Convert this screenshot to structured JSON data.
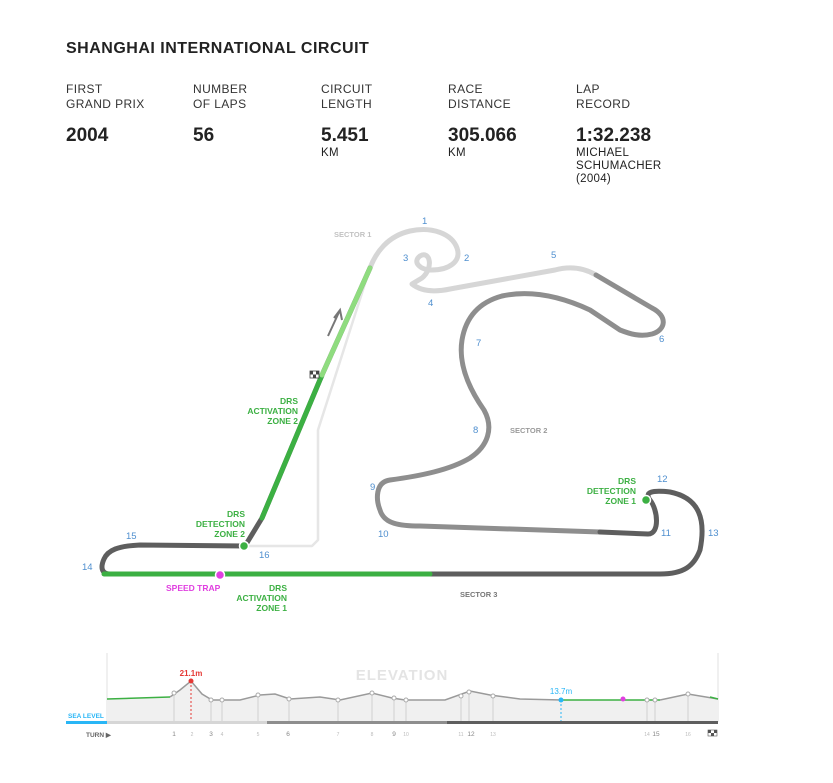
{
  "circuit": {
    "title": "SHANGHAI INTERNATIONAL CIRCUIT"
  },
  "stats": [
    {
      "label_line1": "FIRST",
      "label_line2": "GRAND PRIX",
      "value": "2004",
      "unit": ""
    },
    {
      "label_line1": "NUMBER",
      "label_line2": "OF LAPS",
      "value": "56",
      "unit": ""
    },
    {
      "label_line1": "CIRCUIT",
      "label_line2": "LENGTH",
      "value": "5.451",
      "unit": "KM"
    },
    {
      "label_line1": "RACE",
      "label_line2": "DISTANCE",
      "value": "305.066",
      "unit": "KM"
    },
    {
      "label_line1": "LAP",
      "label_line2": "RECORD",
      "value": "1:32.238",
      "unit_line1": "MICHAEL",
      "unit_line2": "SCHUMACHER",
      "unit_line3": "(2004)"
    }
  ],
  "track": {
    "sectors": {
      "s1": "SECTOR 1",
      "s2": "SECTOR 2",
      "s3": "SECTOR 3"
    },
    "turns": [
      "1",
      "2",
      "3",
      "4",
      "5",
      "6",
      "7",
      "8",
      "9",
      "10",
      "11",
      "12",
      "13",
      "14",
      "15",
      "16"
    ],
    "drs_activation_2": [
      "DRS",
      "ACTIVATION",
      "ZONE 2"
    ],
    "drs_detection_2": [
      "DRS",
      "DETECTION",
      "ZONE 2"
    ],
    "drs_detection_1": [
      "DRS",
      "DETECTION",
      "ZONE 1"
    ],
    "drs_activation_1": [
      "DRS",
      "ACTIVATION",
      "ZONE 1"
    ],
    "speed_trap": "SPEED TRAP"
  },
  "elevation": {
    "title": "ELEVATION",
    "sea_level": "SEA LEVEL",
    "turn_label": "TURN ▶",
    "max_label": "21.1m",
    "min_label": "13.7m",
    "turn_ticks": [
      "1",
      "2",
      "3",
      "4",
      "5",
      "6",
      "7",
      "8",
      "9",
      "10",
      "11",
      "12",
      "13",
      "14",
      "15",
      "16"
    ]
  },
  "colors": {
    "sector1": "#d6d6d6",
    "sector2": "#8e8e8e",
    "sector3": "#5e5e5e",
    "drs_green": "#3cb043",
    "drs_light": "#8fdc7f",
    "speed_trap": "#e040e0",
    "turn_numbers": "#4f8fcf",
    "sector_label": "#9a9a9a",
    "elevation_max": "#e53935",
    "elevation_min": "#29b6f6"
  }
}
